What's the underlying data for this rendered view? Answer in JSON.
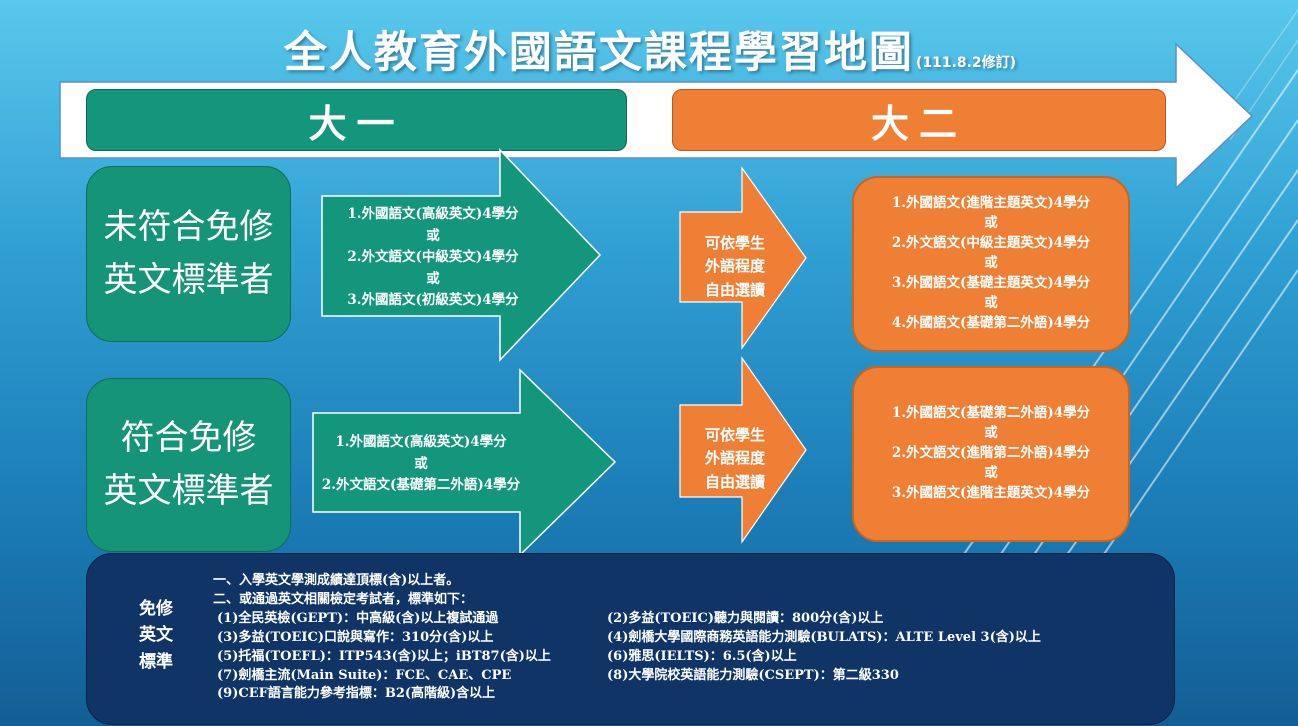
{
  "title": "全人教育外國語文課程學習地圖",
  "revision": "(111.8.2修訂)",
  "years": {
    "first": "大一",
    "second": "大二"
  },
  "rows": [
    {
      "label_lines": [
        "未符合免修",
        "英文標準者"
      ],
      "first_year": [
        "1.外國語文(高級英文)4學分",
        "或",
        "2.外文語文(中級英文)4學分",
        "或",
        "3.外國語文(初級英文)4學分"
      ],
      "transition": [
        "可依學生",
        "外語程度",
        "自由選讀"
      ],
      "second_year": [
        "1.外國語文(進階主題英文)4學分",
        "或",
        "2.外文語文(中級主題英文)4學分",
        "或",
        "3.外國語文(基礎主題英文)4學分",
        "或",
        "4.外國語文(基礎第二外語)4學分"
      ]
    },
    {
      "label_lines": [
        "符合免修",
        "英文標準者"
      ],
      "first_year": [
        "1.外國語文(高級英文)4學分",
        "或",
        "2.外文語文(基礎第二外語)4學分"
      ],
      "transition": [
        "可依學生",
        "外語程度",
        "自由選讀"
      ],
      "second_year": [
        "1.外國語文(基礎第二外語)4學分",
        "或",
        "2.外文語文(進階第二外語)4學分",
        "或",
        "3.外國語文(進階主題英文)4學分"
      ]
    }
  ],
  "exemption": {
    "label_lines": [
      "免修",
      "英文",
      "標準"
    ],
    "intro": [
      "一、入學英文學測成績達頂標(含)以上者。",
      "二、或通過英文相關檢定考試者，標準如下："
    ],
    "left_items": [
      "(1)全民英檢(GEPT)：中高級(含)以上複試通過",
      "(3)多益(TOEIC)口說與寫作：310分(含)以上",
      "(5)托福(TOEFL)：ITP543(含)以上；iBT87(含)以上",
      "(7)劍橋主流(Main Suite)：FCE、CAE、CPE",
      "(9)CEF語言能力參考指標：B2(高階級)含以上"
    ],
    "right_items": [
      "(2)多益(TOEIC)聽力與閱讀：800分(含)以上",
      "(4)劍橋大學國際商務英語能力測驗(BULATS)：ALTE Level 3(含)以上",
      "(6)雅思(IELTS)：6.5(含)以上",
      "(8)大學院校英語能力測驗(CSEPT)：第二級330"
    ]
  },
  "colors": {
    "green": "#13967c",
    "orange": "#ee7f34",
    "navy": "#0f3465",
    "timeline": "#ffffff"
  }
}
